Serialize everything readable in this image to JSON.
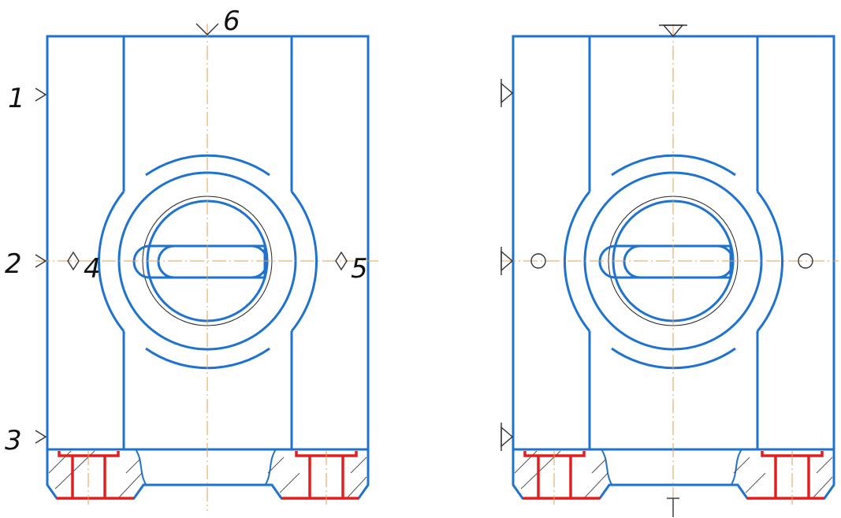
{
  "left_view": {
    "datum_labels": [
      "1",
      "2",
      "3",
      "4",
      "5",
      "6"
    ]
  },
  "colors": {
    "contour": "#1f73cf",
    "axis": "#e2a15a",
    "fastener": "#e0201f",
    "hatching": "#555555",
    "symbols": "#333333"
  },
  "symbol_names": {
    "left_view_datum_marks": [
      "datum-chevron-icon",
      "datum-diamond-icon"
    ],
    "right_view_datum_marks": [
      "support-triangle-icon",
      "locating-circle-icon",
      "clamp-arrow-icon"
    ]
  }
}
